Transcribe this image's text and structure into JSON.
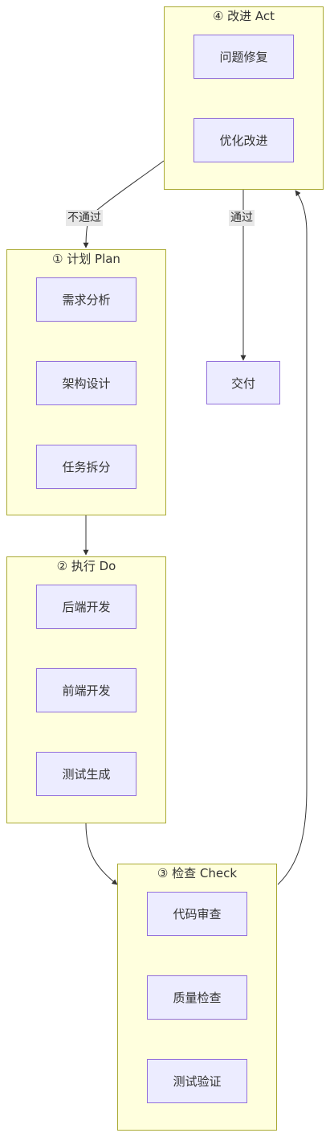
{
  "clusters": {
    "act": {
      "title": "④ 改进 Act",
      "nodes": [
        "问题修复",
        "优化改进"
      ]
    },
    "plan": {
      "title": "① 计划 Plan",
      "nodes": [
        "需求分析",
        "架构设计",
        "任务拆分"
      ]
    },
    "do": {
      "title": "② 执行 Do",
      "nodes": [
        "后端开发",
        "前端开发",
        "测试生成"
      ]
    },
    "check": {
      "title": "③ 检查 Check",
      "nodes": [
        "代码审查",
        "质量检查",
        "测试验证"
      ]
    }
  },
  "deliver": "交付",
  "edge_labels": {
    "fail": "不通过",
    "pass": "通过"
  },
  "colors": {
    "cluster_fill": "#ffffde",
    "cluster_border": "#aaaa33",
    "node_fill": "#ececff",
    "node_border": "#9370db",
    "edge": "#333333",
    "edge_label_bg": "#e8e8e8"
  }
}
